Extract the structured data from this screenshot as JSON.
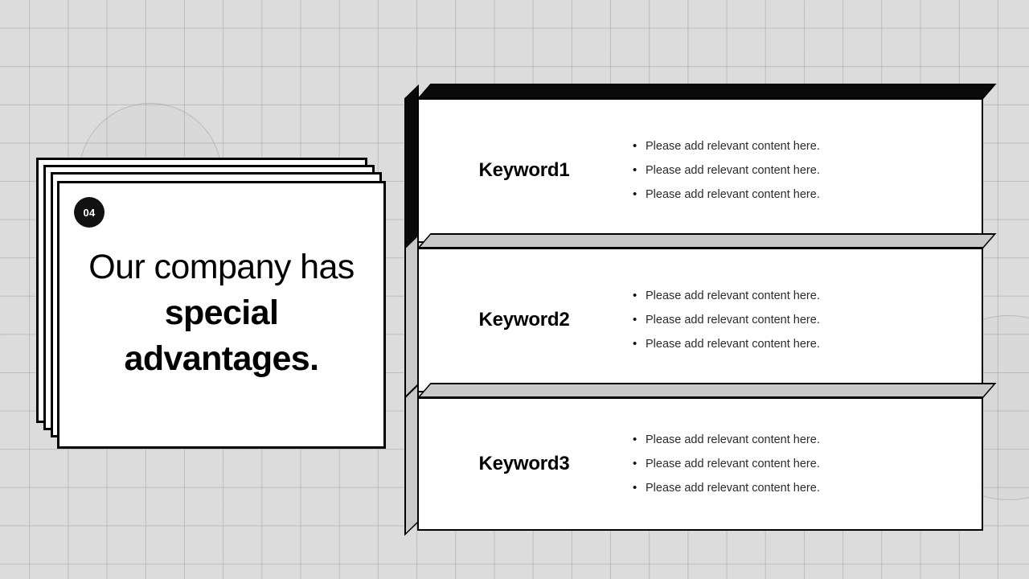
{
  "slide": {
    "background_color": "#dcdcdc",
    "grid_line_color": "#969696",
    "accent_color": "#000000"
  },
  "title_card": {
    "badge": "04",
    "heading_plain": "Our company has ",
    "heading_emphasis": "special advantages."
  },
  "keyword_cards": [
    {
      "label": "Keyword1",
      "face_color": "#0a0a0a",
      "bullets": [
        "Please add relevant content here.",
        "Please add relevant content here.",
        "Please add relevant content here."
      ]
    },
    {
      "label": "Keyword2",
      "face_color": "#c9c9c9",
      "bullets": [
        "Please add relevant content here.",
        "Please add relevant content here.",
        "Please add relevant content here."
      ]
    },
    {
      "label": "Keyword3",
      "face_color": "#c9c9c9",
      "bullets": [
        "Please add relevant content here.",
        "Please add relevant content here.",
        "Please add relevant content here."
      ]
    }
  ],
  "bullet_glyph": "•"
}
